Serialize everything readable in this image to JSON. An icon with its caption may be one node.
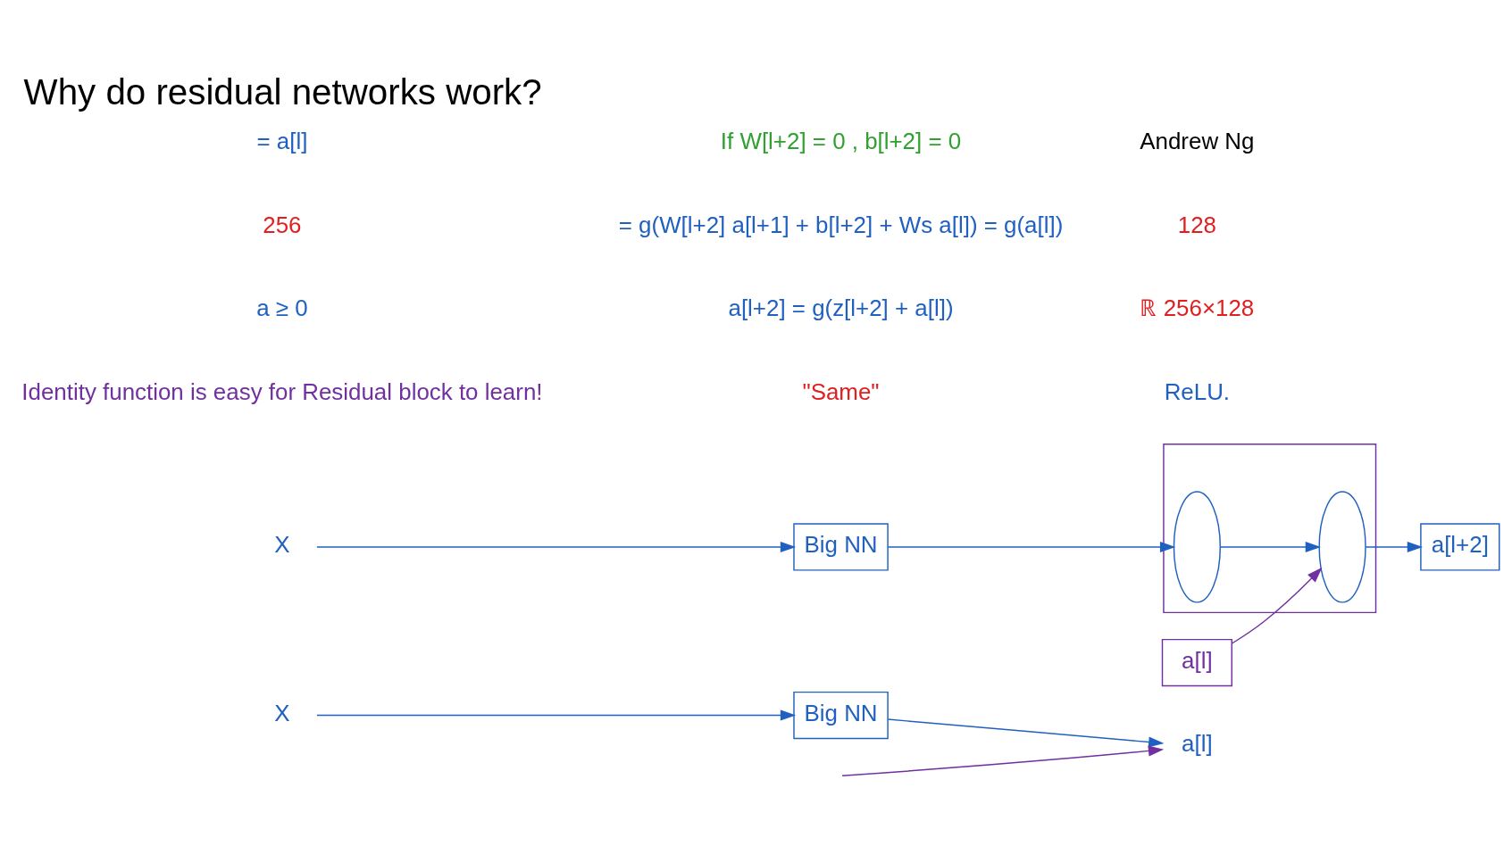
{
  "diagram": {
    "title": "Why do residual networks work?",
    "nodes": [
      {
        "text": [
          "X"
        ]
      },
      {
        "text": [
          "Big NN"
        ]
      },
      {
        "text": [
          "a[l]"
        ]
      },
      {
        "text": [
          "X"
        ]
      },
      {
        "text": [
          "Big NN"
        ]
      },
      {
        "text": [],
        "shape": "box"
      },
      {
        "text": [],
        "shape": "ellipse",
        "in": 5
      },
      {
        "text": [],
        "shape": "ellipse",
        "in": 5
      },
      {
        "text": [
          "a[l+2]"
        ]
      },
      {
        "text": [
          "a[l]"
        ]
      }
    ],
    "edges": [
      {
        "from": 0,
        "to": 1,
        "arrow": "to"
      },
      {
        "from": 1,
        "to": 2,
        "arrow": "to"
      },
      {
        "from": null,
        "to": 2,
        "arrow": "to"
      },
      {
        "from": 3,
        "to": 4,
        "arrow": "to"
      },
      {
        "from": 4,
        "to": 6,
        "arrow": "to"
      },
      {
        "from": 6,
        "to": 7,
        "arrow": "to"
      },
      {
        "from": 7,
        "to": 8,
        "arrow": "to"
      },
      {
        "from": 9,
        "to": 7,
        "arrow": "to",
        "color": "#7030a0"
      }
    ],
    "labels": [
      "Identity function is easy for Residual block to learn!",
      "\"Same\"",
      "ReLU.",
      "a ≥ 0",
      "a[l+2] = g(z[l+2] + a[l])",
      "ℝ 256×128",
      "256",
      "= g(W[l+2] a[l+1] + b[l+2] + Ws a[l]) = g(a[l])",
      "128",
      "= a[l]",
      "If W[l+2] = 0 , b[l+2] = 0",
      "Andrew Ng"
    ]
  }
}
